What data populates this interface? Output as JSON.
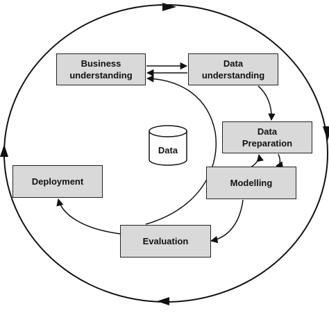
{
  "diagram": {
    "phases": {
      "business_understanding": "Business\nunderstanding",
      "data_understanding": "Data\nunderstanding",
      "data_preparation": "Data\nPreparation",
      "modelling": "Modelling",
      "evaluation": "Evaluation",
      "deployment": "Deployment"
    },
    "center_label": "Data",
    "colors": {
      "box_fill": "#d9d9d9",
      "stroke": "#111111",
      "background": "#ffffff"
    }
  }
}
